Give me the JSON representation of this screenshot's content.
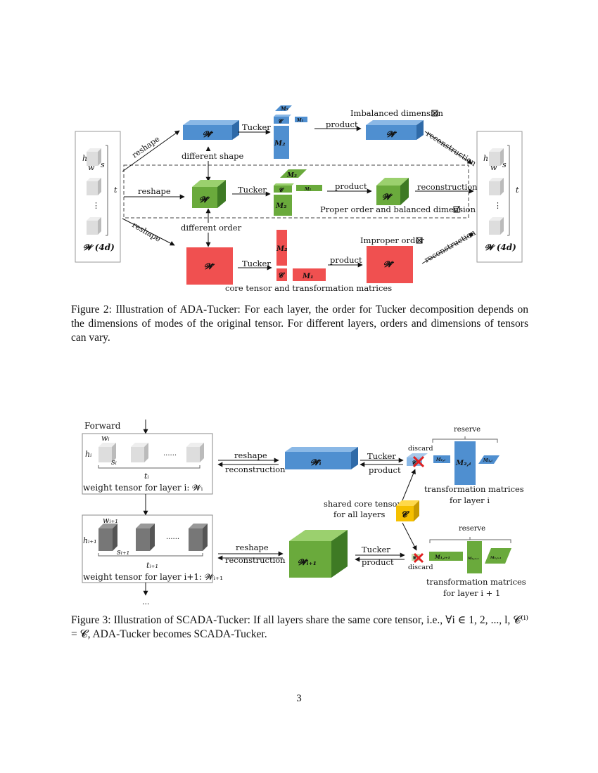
{
  "page_number": "3",
  "figure2": {
    "caption_label": "Figure 2:",
    "caption_text": "Illustration of ADA-Tucker: For each layer, the order for Tucker decomposition depends on the dimensions of modes of the original tensor. For different layers, orders and dimensions of tensors can vary.",
    "left_tensor_label": "𝓦 (4d)",
    "right_tensor_label": "𝓦 (4d)",
    "dim_h": "h",
    "dim_w": "w",
    "dim_s": "s",
    "dim_t": "t",
    "reshape": "reshape",
    "tucker": "Tucker",
    "product": "product",
    "reconstruction": "reconstruction",
    "different_shape": "different shape",
    "different_order": "different order",
    "w_tilde": "𝓦̃",
    "core": "𝓒",
    "m1": "M₁",
    "m2": "M₂",
    "m3": "M₃",
    "imbalanced": "Imbalanced dimension",
    "proper": "Proper order and balanced dimension",
    "improper": "Improper order",
    "core_caption": "core tensor and transformation matrices",
    "colors": {
      "blue": "#4f8fd0",
      "green": "#6aaa3c",
      "red": "#f05050"
    }
  },
  "figure3": {
    "caption_label": "Figure 3:",
    "caption_text": "Illustration of SCADA-Tucker: If all layers share the same core tensor, i.e., ∀i ∈ 1, 2, ..., l, 𝓒⁽ⁱ⁾ = 𝓒, ADA-Tucker becomes SCADA-Tucker.",
    "forward": "Forward",
    "layer_i_box_label": "weight tensor for layer i: 𝓦ᵢ",
    "layer_i1_box_label": "weight tensor for layer i+1: 𝓦ᵢ₊₁",
    "wi": "wᵢ",
    "hi": "hᵢ",
    "si": "sᵢ",
    "ti": "tᵢ",
    "wi1": "wᵢ₊₁",
    "hi1": "hᵢ₊₁",
    "si1": "sᵢ₊₁",
    "ti1": "tᵢ₊₁",
    "dots": "......",
    "vertical_dots": "...",
    "reshape": "reshape",
    "reconstruction": "reconstruction",
    "tucker": "Tucker",
    "product": "product",
    "w_tilde_i": "𝓦̃ᵢ",
    "w_tilde_i1": "𝓦̃ᵢ₊₁",
    "discard": "discard",
    "reserve": "reserve",
    "shared_core_line1": "shared core tensor",
    "shared_core_line2": "for all layers",
    "core": "𝓒",
    "m1i": "M₁,ᵢ",
    "m2i": "M₂,ᵢ",
    "m3i": "M₃,ᵢ",
    "m1i1": "M₁,ᵢ₊₁",
    "m2i1": "M₂,ᵢ₊₁",
    "m3i1": "M₃,ᵢ₊₁",
    "tm_i_line1": "transformation matrices",
    "tm_i_line2": "for layer i",
    "tm_i1_line1": "transformation matrices",
    "tm_i1_line2": "for layer i + 1",
    "colors": {
      "blue": "#4f8fd0",
      "green": "#6aaa3c",
      "yellow": "#f5c000",
      "gray": "#777777"
    }
  }
}
